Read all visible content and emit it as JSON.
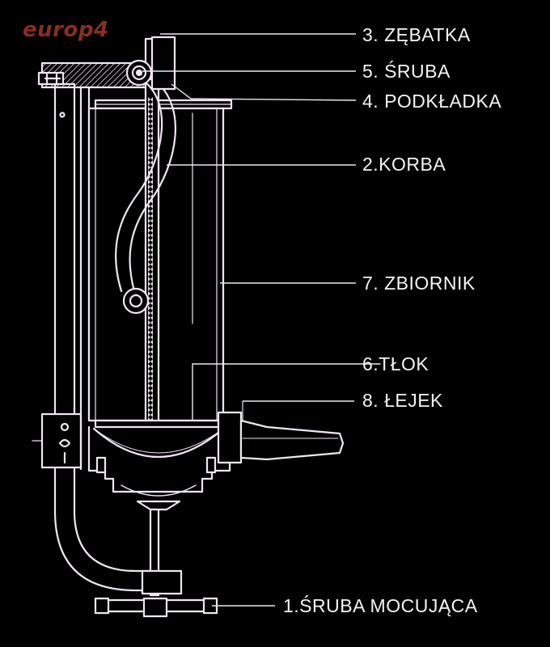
{
  "logo": {
    "text": "europ4",
    "color": "#8a2e1c"
  },
  "colors": {
    "background": "#000000",
    "line": "#f0e6f2",
    "hatch": "#e8dcea",
    "text": "#f4f4f4"
  },
  "labels": [
    {
      "id": "zebatka",
      "text": "3. ZĘBATKA"
    },
    {
      "id": "sruba",
      "text": "5. ŚRUBA"
    },
    {
      "id": "podkladka",
      "text": "4. PODKŁADKA"
    },
    {
      "id": "korba",
      "text": "2.KORBA"
    },
    {
      "id": "zbiornik",
      "text": "7. ZBIORNIK"
    },
    {
      "id": "tlok",
      "text": "6.TŁOK"
    },
    {
      "id": "lejek",
      "text": "8. ŁEJEK"
    },
    {
      "id": "sruba-mocujaca",
      "text": "1.ŚRUBA MOCUJĄCA"
    }
  ]
}
